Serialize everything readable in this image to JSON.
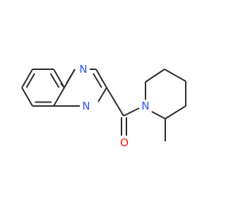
{
  "molecule": {
    "atoms": {
      "n1": "N",
      "n4": "N",
      "o": "O",
      "n_amide": "N"
    },
    "colors": {
      "bond": "#2b2b2b",
      "nitrogen": "#3050f8",
      "oxygen": "#ff0d0d"
    }
  }
}
